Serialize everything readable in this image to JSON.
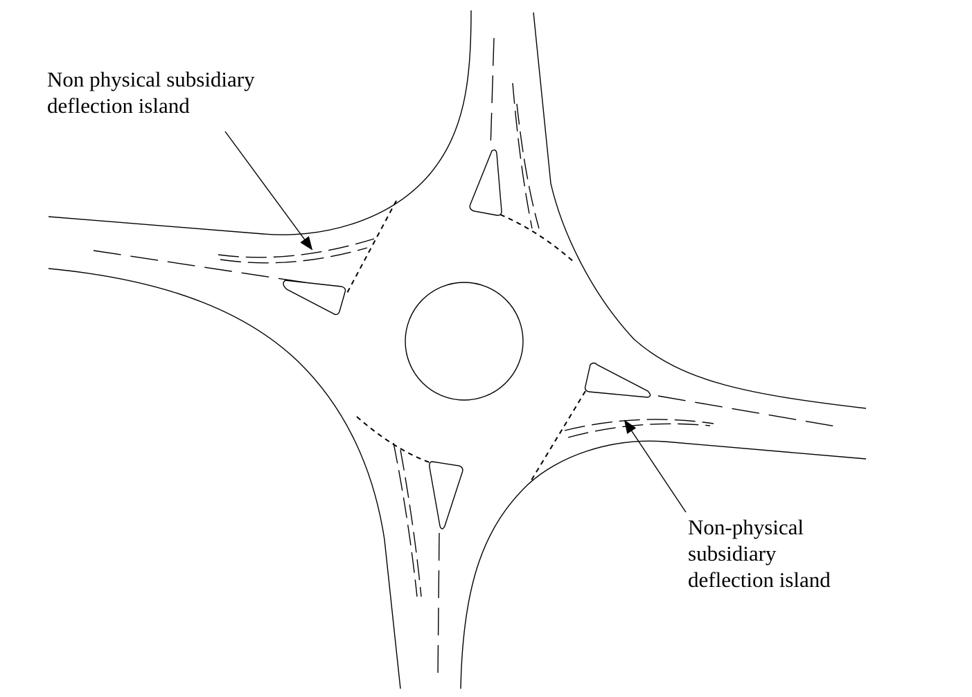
{
  "labels": {
    "top_left": [
      "Non physical subsidiary",
      "deflection island"
    ],
    "bottom_right": [
      "Non-physical",
      "subsidiary",
      "deflection island"
    ]
  },
  "colors": {
    "ink": "#000000",
    "background": "#ffffff"
  }
}
